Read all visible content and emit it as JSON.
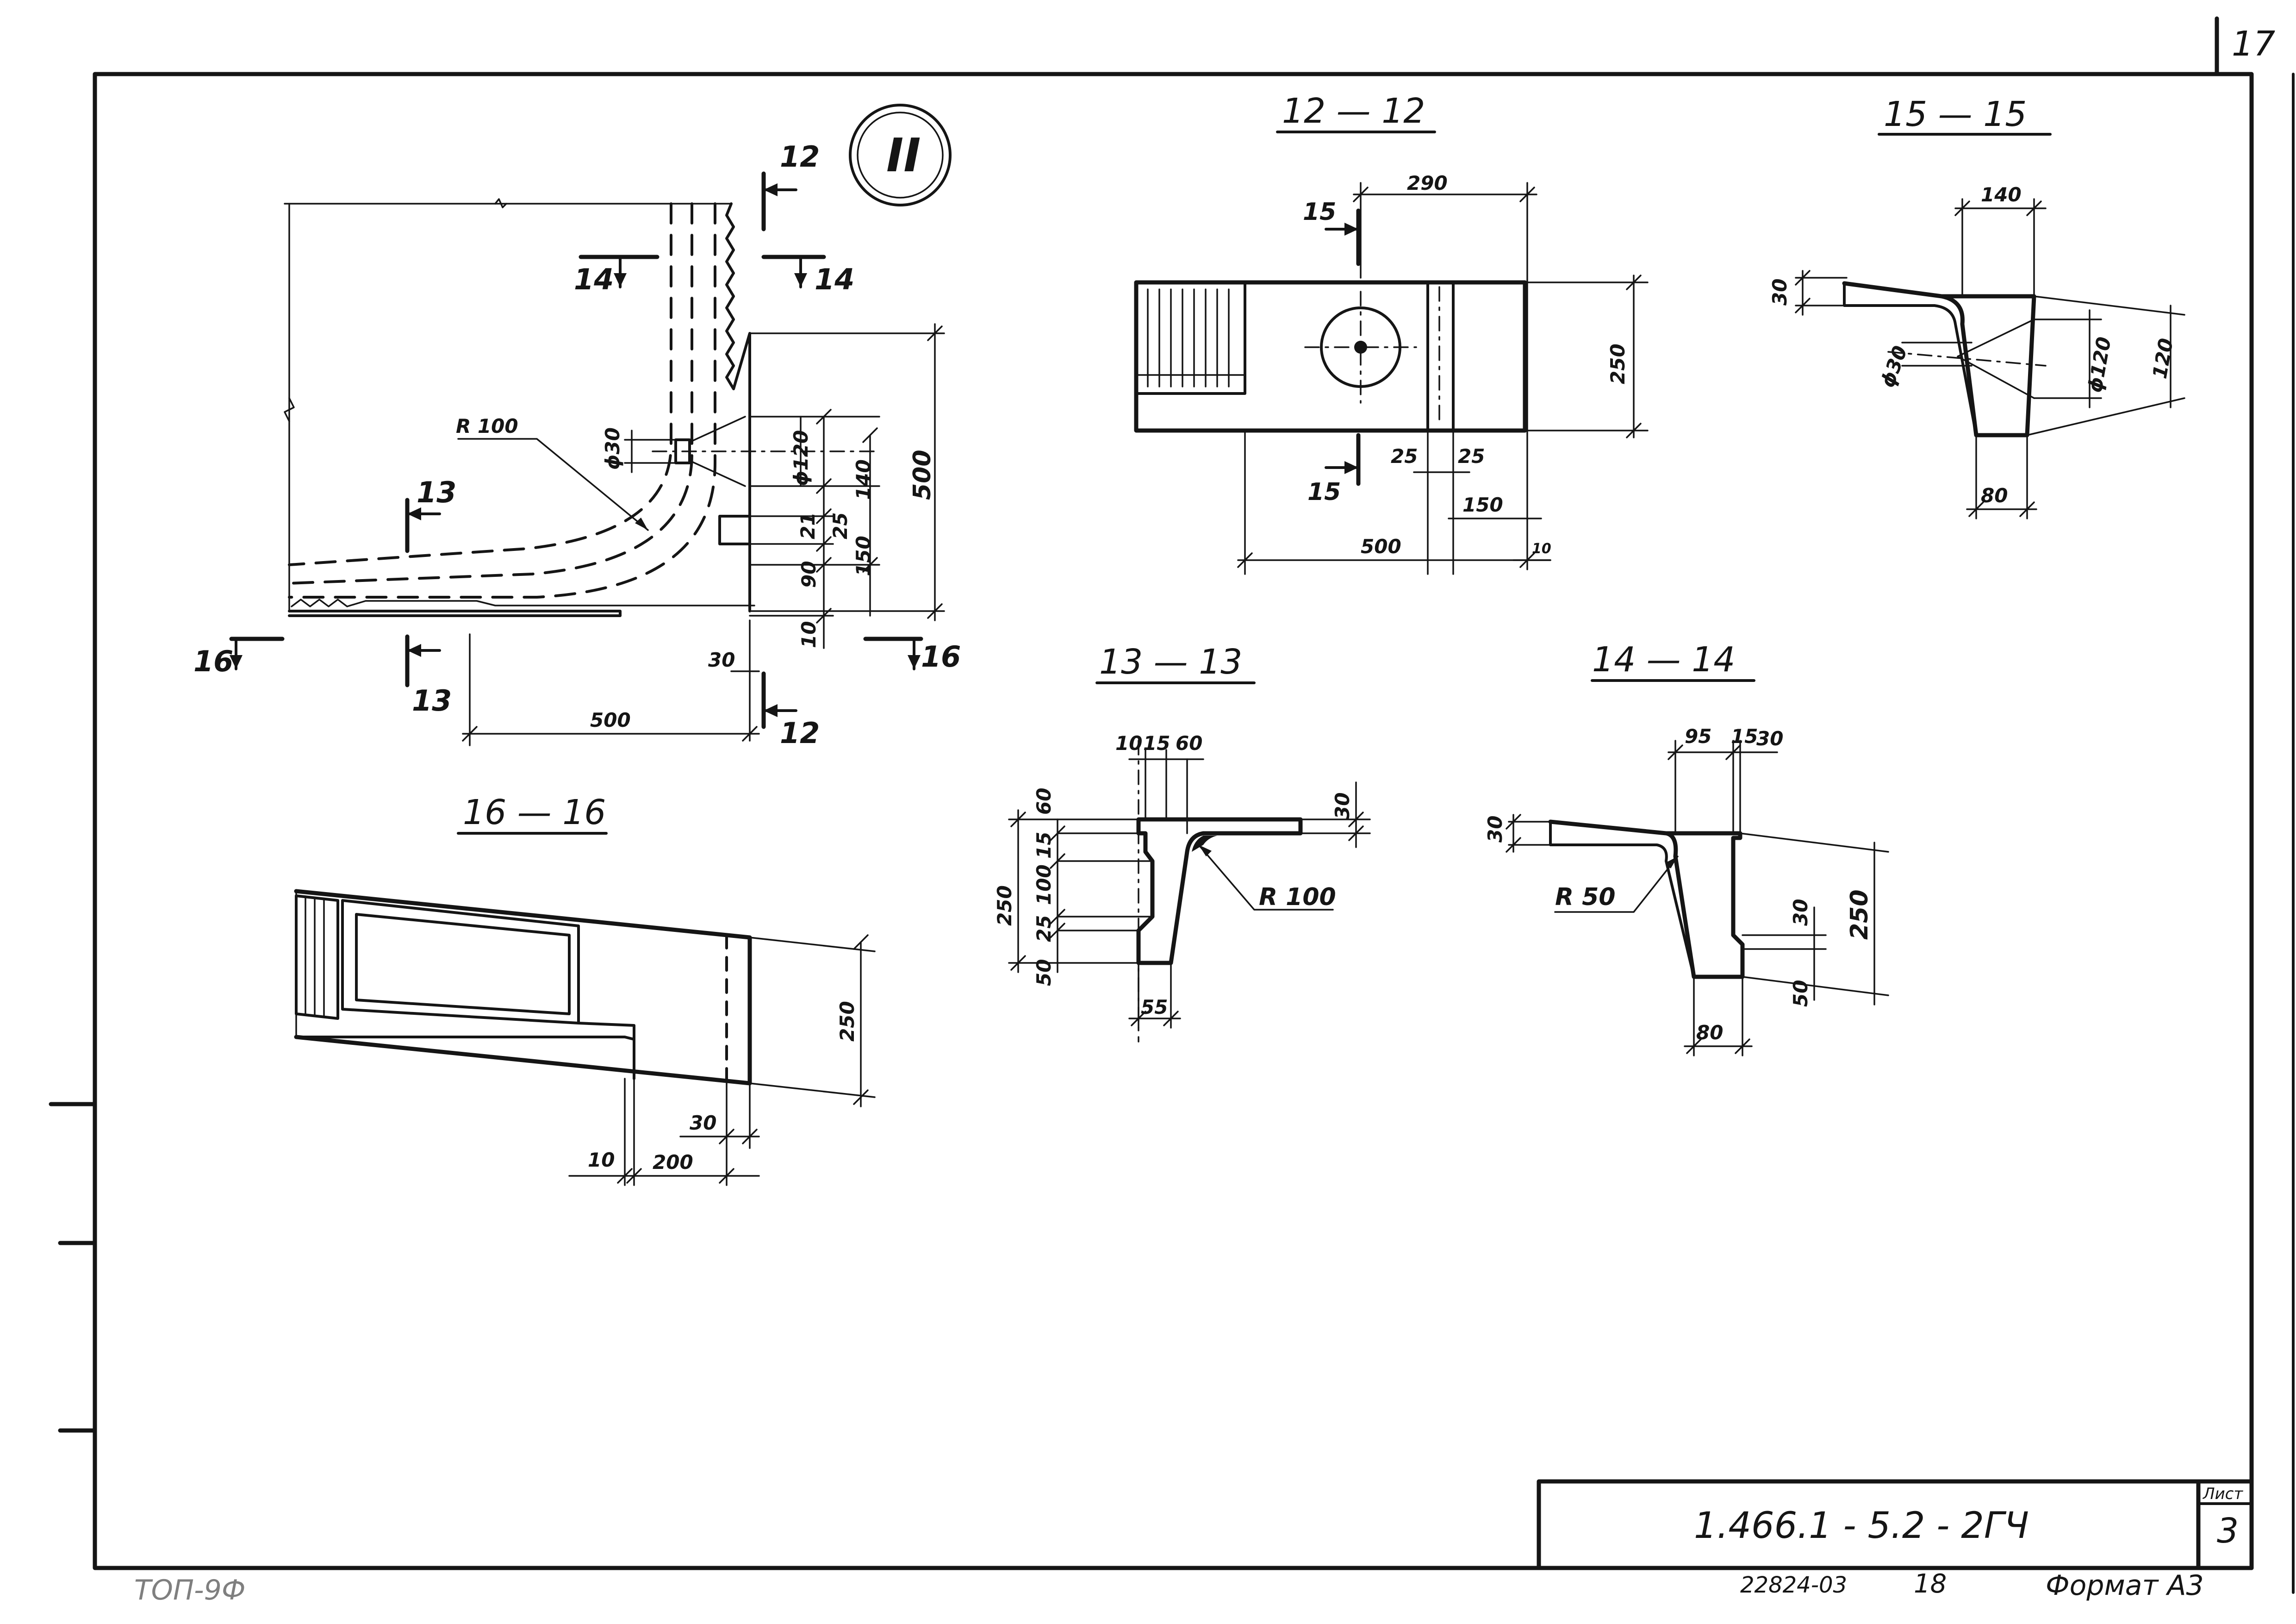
{
  "sheet": {
    "page_number": "17",
    "document_code": "1.466.1 - 5.2 - 2ГЧ",
    "sheet_label": "Лист",
    "sheet_number": "3",
    "inventory": "22824-03",
    "page_counter": "18",
    "format": "Формат А3"
  },
  "node": {
    "label": "II"
  },
  "views": {
    "main": {
      "radius": "R 100",
      "dims": {
        "d30": "ϕ30",
        "d120": "ϕ120",
        "v25": "25",
        "v140": "140",
        "v500": "500",
        "v21": "21",
        "v150": "150",
        "v90": "90",
        "v10": "10",
        "h30": "30",
        "h500": "500"
      },
      "cuts": {
        "c12a": "12",
        "c12b": "12",
        "c14a": "14",
        "c14b": "14",
        "c13a": "13",
        "c13b": "13",
        "c16a": "16",
        "c16b": "16"
      }
    },
    "s12": {
      "title": "12 — 12",
      "dims": {
        "w290": "290",
        "h250": "250",
        "a25": "25",
        "b25": "25",
        "w150": "150",
        "w500": "500",
        "w10": "10"
      },
      "cuts": {
        "c15a": "15",
        "c15b": "15"
      }
    },
    "s15": {
      "title": "15 — 15",
      "dims": {
        "w140": "140",
        "v30": "30",
        "d30": "ϕ30",
        "d120": "ϕ120",
        "v120": "120",
        "w80": "80"
      }
    },
    "s13": {
      "title": "13 — 13",
      "radius": "R 100",
      "dims": {
        "t10": "10",
        "t15": "15",
        "t60": "60",
        "r30": "30",
        "l60": "60",
        "l250": "250",
        "l15": "15",
        "l100": "100",
        "l25": "25",
        "l50": "50",
        "b55": "55"
      }
    },
    "s14": {
      "title": "14 — 14",
      "radius": "R 50",
      "dims": {
        "t95": "95",
        "t15": "15",
        "t30": "30",
        "l30": "30",
        "r30": "30",
        "r250": "250",
        "r50": "50",
        "b80": "80"
      }
    },
    "s16": {
      "title": "16 — 16",
      "dims": {
        "h250": "250",
        "w30": "30",
        "w10": "10",
        "w200": "200"
      }
    }
  },
  "stamps": {
    "corner_stamp": "ТОП-9Ф"
  }
}
